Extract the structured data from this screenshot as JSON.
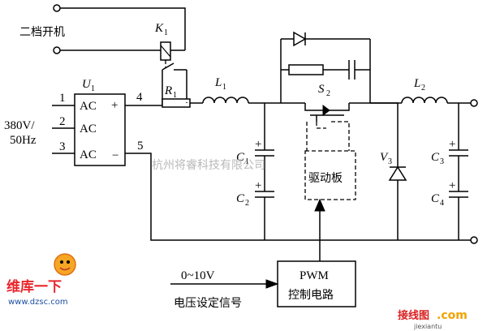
{
  "labels": {
    "switch_caption": "二档开机",
    "k1": "K",
    "k1_sub": "1",
    "u1": "U",
    "u1_sub": "1",
    "ac": "AC",
    "plus": "+",
    "minus": "−",
    "pin1": "1",
    "pin2": "2",
    "pin3": "3",
    "pin4": "4",
    "pin5": "5",
    "r1": "R",
    "r1_sub": "1",
    "l1": "L",
    "l1_sub": "1",
    "l2": "L",
    "l2_sub": "2",
    "s2": "S",
    "s2_sub": "2",
    "c1": "C",
    "c1_sub": "1",
    "c2": "C",
    "c2_sub": "2",
    "c3": "C",
    "c3_sub": "3",
    "c4": "C",
    "c4_sub": "4",
    "v3": "V",
    "v3_sub": "3",
    "input_voltage": "380V/",
    "input_freq": "50Hz",
    "driver_board": "驱动板",
    "pwm_line1": "PWM",
    "pwm_line2": "控制电路",
    "control_range": "0~10V",
    "control_caption": "电压设定信号"
  },
  "watermarks": {
    "center": "杭州将睿科技有限公司",
    "logo_line1": "维库一下",
    "logo_line2": "www.dzsc.com",
    "logo_corner": "接线图",
    "logo_corner_com": ".com",
    "logo_corner_domain": "jiexiantu"
  }
}
